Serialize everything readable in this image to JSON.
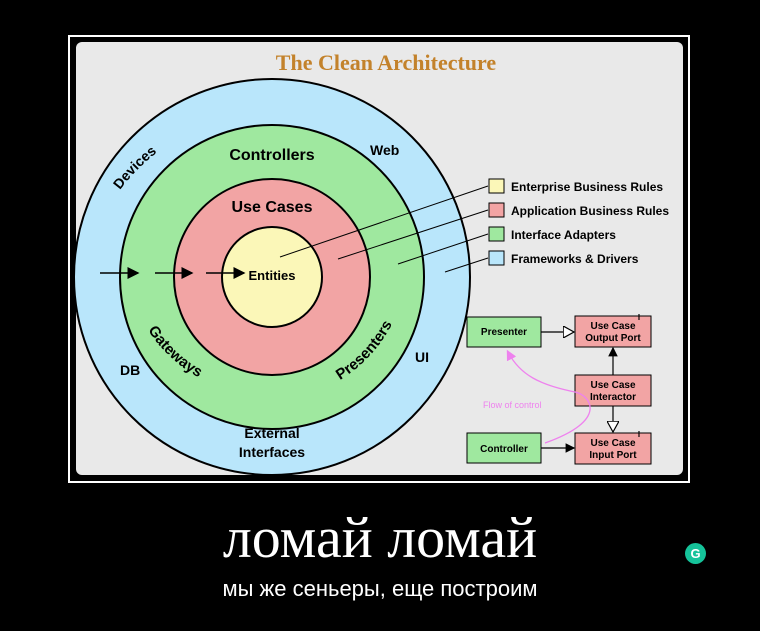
{
  "diagram": {
    "title": "The Clean Architecture",
    "rings": {
      "devices": "Devices",
      "web": "Web",
      "db": "DB",
      "ui": "UI",
      "controllers": "Controllers",
      "gateways": "Gateways",
      "presenters": "Presenters",
      "external_line1": "External",
      "external_line2": "Interfaces",
      "use_cases": "Use Cases",
      "entities": "Entities"
    },
    "legend": [
      {
        "label": "Enterprise Business Rules",
        "color": "#fbf7b8"
      },
      {
        "label": "Application Business Rules",
        "color": "#f2a4a4"
      },
      {
        "label": "Interface Adapters",
        "color": "#9fe89f"
      },
      {
        "label": "Frameworks & Drivers",
        "color": "#b9e6fb"
      }
    ],
    "flow": {
      "presenter": "Presenter",
      "controller": "Controller",
      "output_port_line1": "Use Case",
      "output_port_line2": "Output Port",
      "interactor_line1": "Use Case",
      "interactor_line2": "Interactor",
      "input_port_line1": "Use Case",
      "input_port_line2": "Input Port",
      "flow_of_control": "Flow of control",
      "interface_marker": "I"
    },
    "colors": {
      "outer": "#b9e6fb",
      "adapters": "#9fe89f",
      "usecases": "#f2a4a4",
      "entities": "#fbf7b8",
      "title": "#c3822b",
      "flow_arrow": "#ee82ee"
    }
  },
  "caption": {
    "main": "ломай ломай",
    "sub": "мы же сеньеры, еще построим"
  },
  "badge": {
    "label": "G"
  }
}
